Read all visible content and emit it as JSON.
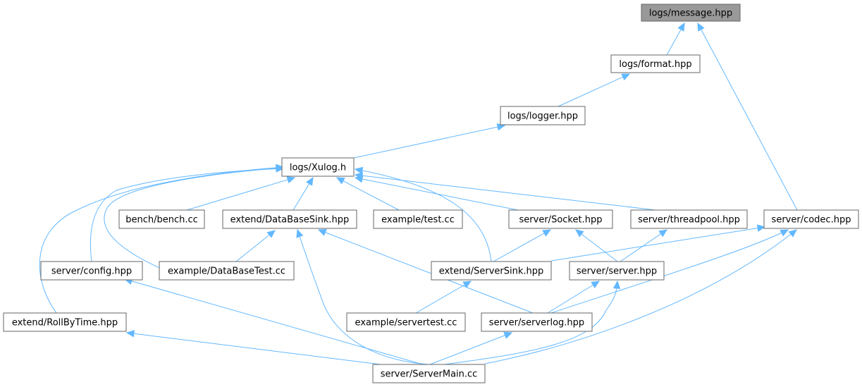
{
  "graph": {
    "colors": {
      "edge": "#63b8ff",
      "node_border": "#666666",
      "node_fill": "#ffffff",
      "root_fill": "#999999",
      "text": "#000000"
    },
    "nodes": [
      {
        "id": "message",
        "label": "logs/message.hpp",
        "root": true
      },
      {
        "id": "format",
        "label": "logs/format.hpp"
      },
      {
        "id": "logger",
        "label": "logs/logger.hpp"
      },
      {
        "id": "xulog",
        "label": "logs/Xulog.h"
      },
      {
        "id": "bench",
        "label": "bench/bench.cc"
      },
      {
        "id": "dbsink",
        "label": "extend/DataBaseSink.hpp"
      },
      {
        "id": "test",
        "label": "example/test.cc"
      },
      {
        "id": "socket",
        "label": "server/Socket.hpp"
      },
      {
        "id": "threadpool",
        "label": "server/threadpool.hpp"
      },
      {
        "id": "codec",
        "label": "server/codec.hpp"
      },
      {
        "id": "config",
        "label": "server/config.hpp"
      },
      {
        "id": "dbtest",
        "label": "example/DataBaseTest.cc"
      },
      {
        "id": "serversink",
        "label": "extend/ServerSink.hpp"
      },
      {
        "id": "server",
        "label": "server/server.hpp"
      },
      {
        "id": "rollbytime",
        "label": "extend/RollByTime.hpp"
      },
      {
        "id": "servertest",
        "label": "example/servertest.cc"
      },
      {
        "id": "serverlog",
        "label": "server/serverlog.hpp"
      },
      {
        "id": "servermain",
        "label": "server/ServerMain.cc"
      }
    ],
    "edges": [
      {
        "from": "format",
        "to": "message"
      },
      {
        "from": "codec",
        "to": "message"
      },
      {
        "from": "logger",
        "to": "format"
      },
      {
        "from": "xulog",
        "to": "logger"
      },
      {
        "from": "bench",
        "to": "xulog"
      },
      {
        "from": "dbsink",
        "to": "xulog"
      },
      {
        "from": "test",
        "to": "xulog"
      },
      {
        "from": "socket",
        "to": "xulog"
      },
      {
        "from": "threadpool",
        "to": "xulog"
      },
      {
        "from": "config",
        "to": "xulog"
      },
      {
        "from": "dbtest",
        "to": "xulog"
      },
      {
        "from": "serversink",
        "to": "xulog"
      },
      {
        "from": "rollbytime",
        "to": "xulog"
      },
      {
        "from": "dbtest",
        "to": "dbsink"
      },
      {
        "from": "serverlog",
        "to": "dbsink"
      },
      {
        "from": "servermain",
        "to": "dbsink"
      },
      {
        "from": "serversink",
        "to": "socket"
      },
      {
        "from": "server",
        "to": "socket"
      },
      {
        "from": "server",
        "to": "threadpool"
      },
      {
        "from": "serversink",
        "to": "codec"
      },
      {
        "from": "serverlog",
        "to": "codec"
      },
      {
        "from": "servermain",
        "to": "codec"
      },
      {
        "from": "servermain",
        "to": "config"
      },
      {
        "from": "servertest",
        "to": "serversink"
      },
      {
        "from": "serverlog",
        "to": "server"
      },
      {
        "from": "servermain",
        "to": "server"
      },
      {
        "from": "servermain",
        "to": "rollbytime"
      },
      {
        "from": "servermain",
        "to": "serverlog"
      }
    ]
  }
}
